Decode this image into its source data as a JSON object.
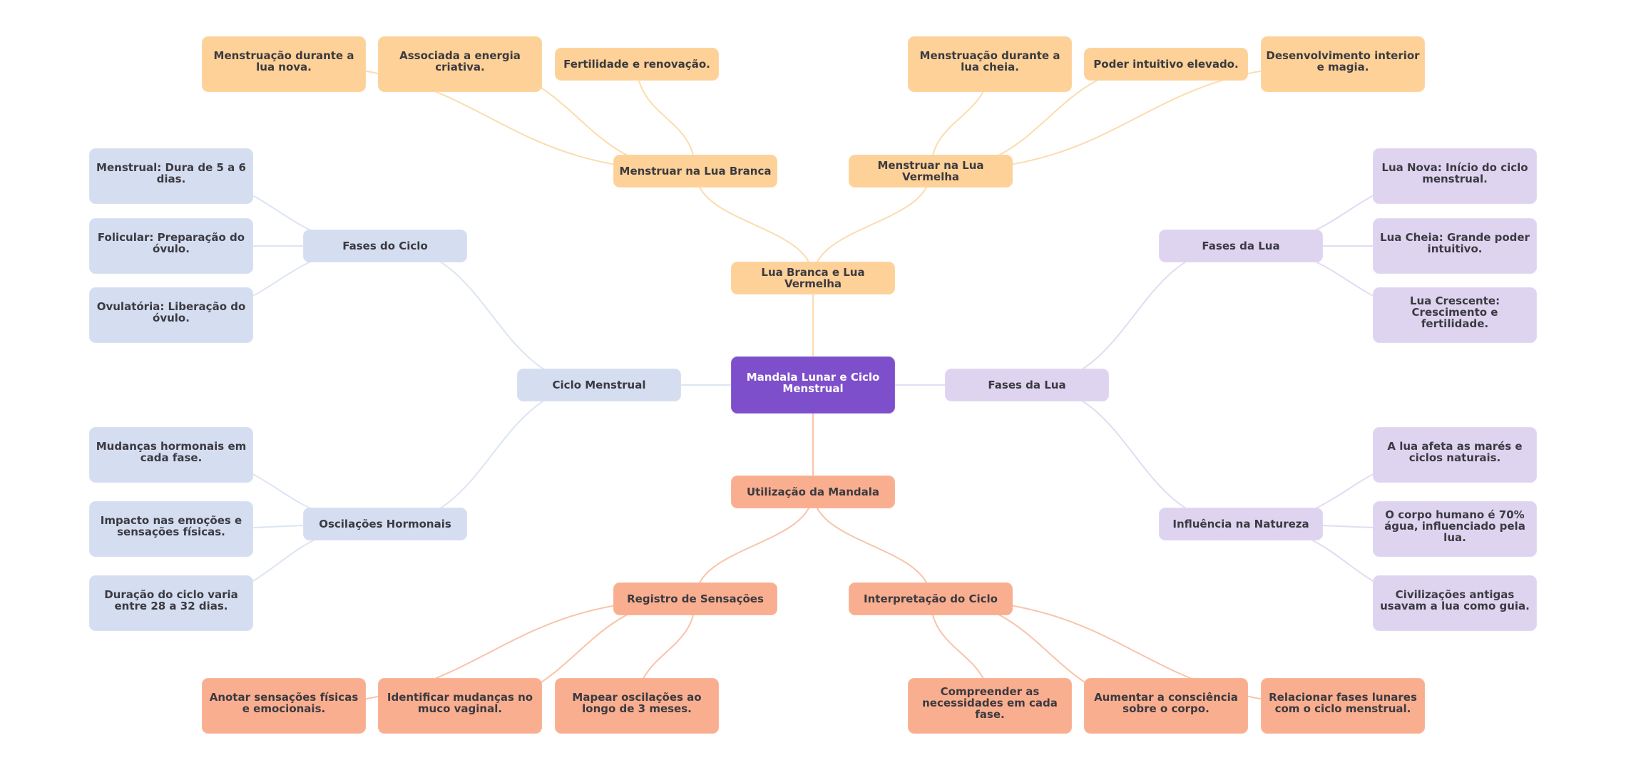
{
  "title": "Mandala Lunar e Ciclo Menstrual",
  "colors": {
    "center": "#7e4fcb",
    "lunar_branch": "#fdd197",
    "usage_branch": "#f9ae8f",
    "cycle_branch": "#d5ddf1",
    "moon_branch": "#ded4f0",
    "link_lunar": "#fcdcae",
    "link_usage": "#f9c3ab",
    "link_cycle": "#dce5f3",
    "link_moon": "#e3dbf3"
  },
  "nodes": {
    "center": {
      "label": "Mandala Lunar e Ciclo Menstrual"
    },
    "lua_branca_vermelha": {
      "label": "Lua Branca e Lua Vermelha"
    },
    "menstruar_branca": {
      "label": "Menstruar na Lua Branca"
    },
    "menstruar_vermelha": {
      "label": "Menstruar na Lua Vermelha"
    },
    "branca_1": {
      "label": "Menstruação durante a lua nova."
    },
    "branca_2": {
      "label": "Associada a energia criativa."
    },
    "branca_3": {
      "label": "Fertilidade e renovação."
    },
    "vermelha_1": {
      "label": "Menstruação durante a lua cheia."
    },
    "vermelha_2": {
      "label": "Poder intuitivo elevado."
    },
    "vermelha_3": {
      "label": "Desenvolvimento interior e magia."
    },
    "ciclo_menstrual": {
      "label": "Ciclo Menstrual"
    },
    "fases_ciclo": {
      "label": "Fases do Ciclo"
    },
    "fases_ciclo_1": {
      "label": "Menstrual: Dura de 5 a 6 dias."
    },
    "fases_ciclo_2": {
      "label": "Folicular: Preparação do óvulo."
    },
    "fases_ciclo_3": {
      "label": "Ovulatória: Liberação do óvulo."
    },
    "oscilacoes": {
      "label": "Oscilações Hormonais"
    },
    "oscilacoes_1": {
      "label": "Mudanças hormonais em cada fase."
    },
    "oscilacoes_2": {
      "label": "Impacto nas emoções e sensações físicas."
    },
    "oscilacoes_3": {
      "label": "Duração do ciclo varia entre 28 a 32 dias."
    },
    "fases_lua_main": {
      "label": "Fases da Lua"
    },
    "fases_lua": {
      "label": "Fases da Lua"
    },
    "fases_lua_1": {
      "label": "Lua Nova: Início do ciclo menstrual."
    },
    "fases_lua_2": {
      "label": "Lua Cheia: Grande poder intuitivo."
    },
    "fases_lua_3": {
      "label": "Lua Crescente: Crescimento e fertilidade."
    },
    "influencia": {
      "label": "Influência na Natureza"
    },
    "influencia_1": {
      "label": "A lua afeta as marés e ciclos naturais."
    },
    "influencia_2": {
      "label": "O corpo humano é 70% água, influenciado pela lua."
    },
    "influencia_3": {
      "label": "Civilizações antigas usavam a lua como guia."
    },
    "utilizacao": {
      "label": "Utilização da Mandala"
    },
    "registro": {
      "label": "Registro de Sensações"
    },
    "interpretacao": {
      "label": "Interpretação do Ciclo"
    },
    "registro_1": {
      "label": "Anotar sensações físicas e emocionais."
    },
    "registro_2": {
      "label": "Identificar mudanças no muco vaginal."
    },
    "registro_3": {
      "label": "Mapear oscilações ao longo de 3 meses."
    },
    "interpretacao_1": {
      "label": "Compreender as necessidades em cada fase."
    },
    "interpretacao_2": {
      "label": "Aumentar a consciência sobre o corpo."
    },
    "interpretacao_3": {
      "label": "Relacionar fases lunares com o ciclo menstrual."
    }
  },
  "edges": [
    [
      "center",
      "lua_branca_vermelha",
      "lunar"
    ],
    [
      "lua_branca_vermelha",
      "menstruar_branca",
      "lunar"
    ],
    [
      "lua_branca_vermelha",
      "menstruar_vermelha",
      "lunar"
    ],
    [
      "menstruar_branca",
      "branca_1",
      "lunar"
    ],
    [
      "menstruar_branca",
      "branca_2",
      "lunar"
    ],
    [
      "menstruar_branca",
      "branca_3",
      "lunar"
    ],
    [
      "menstruar_vermelha",
      "vermelha_1",
      "lunar"
    ],
    [
      "menstruar_vermelha",
      "vermelha_2",
      "lunar"
    ],
    [
      "menstruar_vermelha",
      "vermelha_3",
      "lunar"
    ],
    [
      "center",
      "ciclo_menstrual",
      "cycle"
    ],
    [
      "ciclo_menstrual",
      "fases_ciclo",
      "cycle"
    ],
    [
      "ciclo_menstrual",
      "oscilacoes",
      "cycle"
    ],
    [
      "fases_ciclo",
      "fases_ciclo_1",
      "cycle"
    ],
    [
      "fases_ciclo",
      "fases_ciclo_2",
      "cycle"
    ],
    [
      "fases_ciclo",
      "fases_ciclo_3",
      "cycle"
    ],
    [
      "oscilacoes",
      "oscilacoes_1",
      "cycle"
    ],
    [
      "oscilacoes",
      "oscilacoes_2",
      "cycle"
    ],
    [
      "oscilacoes",
      "oscilacoes_3",
      "cycle"
    ],
    [
      "center",
      "fases_lua_main",
      "moon"
    ],
    [
      "fases_lua_main",
      "fases_lua",
      "moon"
    ],
    [
      "fases_lua_main",
      "influencia",
      "moon"
    ],
    [
      "fases_lua",
      "fases_lua_1",
      "moon"
    ],
    [
      "fases_lua",
      "fases_lua_2",
      "moon"
    ],
    [
      "fases_lua",
      "fases_lua_3",
      "moon"
    ],
    [
      "influencia",
      "influencia_1",
      "moon"
    ],
    [
      "influencia",
      "influencia_2",
      "moon"
    ],
    [
      "influencia",
      "influencia_3",
      "moon"
    ],
    [
      "center",
      "utilizacao",
      "usage"
    ],
    [
      "utilizacao",
      "registro",
      "usage"
    ],
    [
      "utilizacao",
      "interpretacao",
      "usage"
    ],
    [
      "registro",
      "registro_1",
      "usage"
    ],
    [
      "registro",
      "registro_2",
      "usage"
    ],
    [
      "registro",
      "registro_3",
      "usage"
    ],
    [
      "interpretacao",
      "interpretacao_1",
      "usage"
    ],
    [
      "interpretacao",
      "interpretacao_2",
      "usage"
    ],
    [
      "interpretacao",
      "interpretacao_3",
      "usage"
    ]
  ]
}
